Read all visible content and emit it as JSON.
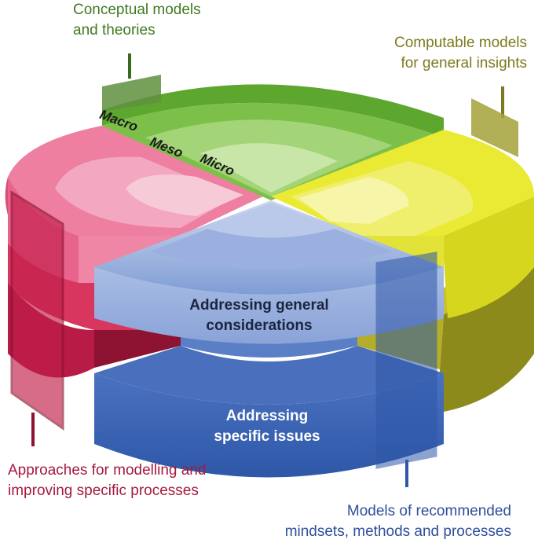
{
  "labels": {
    "conceptual": [
      "Conceptual models",
      "and theories"
    ],
    "computable": [
      "Computable models",
      "for general insights"
    ],
    "approaches": [
      "Approaches for modelling and",
      "improving specific processes"
    ],
    "recommended": [
      "Models of recommended",
      "mindsets, methods and processes"
    ]
  },
  "inner": {
    "general": [
      "Addressing general",
      "considerations"
    ],
    "specific": [
      "Addressing",
      "specific issues"
    ]
  },
  "scales": [
    "Macro",
    "Meso",
    "Micro"
  ],
  "colors": {
    "green": "#76b843",
    "yellow": "#ecec2e",
    "olive": "#9a9622",
    "pink": "#e9648c",
    "crimson": "#c21e4a",
    "blue_light": "#9fb4de",
    "blue_dark": "#3b64b4"
  }
}
